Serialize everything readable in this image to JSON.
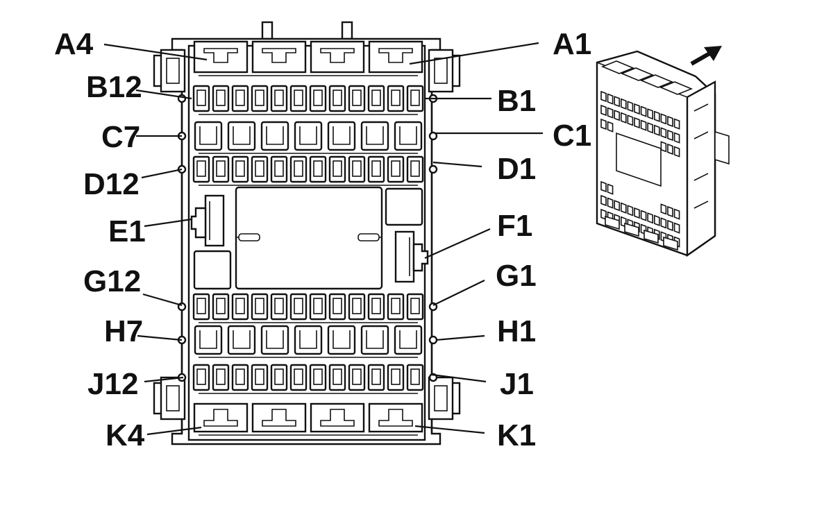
{
  "diagram": {
    "connectors": [
      {
        "id": "A4"
      },
      {
        "id": "A1"
      },
      {
        "id": "B12"
      },
      {
        "id": "B1"
      },
      {
        "id": "C7"
      },
      {
        "id": "C1"
      },
      {
        "id": "D12"
      },
      {
        "id": "D1"
      },
      {
        "id": "E1"
      },
      {
        "id": "F1"
      },
      {
        "id": "G12"
      },
      {
        "id": "G1"
      },
      {
        "id": "H7"
      },
      {
        "id": "H1"
      },
      {
        "id": "J12"
      },
      {
        "id": "J1"
      },
      {
        "id": "K4"
      },
      {
        "id": "K1"
      }
    ],
    "rows": {
      "A": 4,
      "B": 12,
      "C": 7,
      "D": 12,
      "G": 12,
      "H": 7,
      "J": 12,
      "K": 4
    },
    "isometric_arrow_icon": "arrow-icon"
  }
}
